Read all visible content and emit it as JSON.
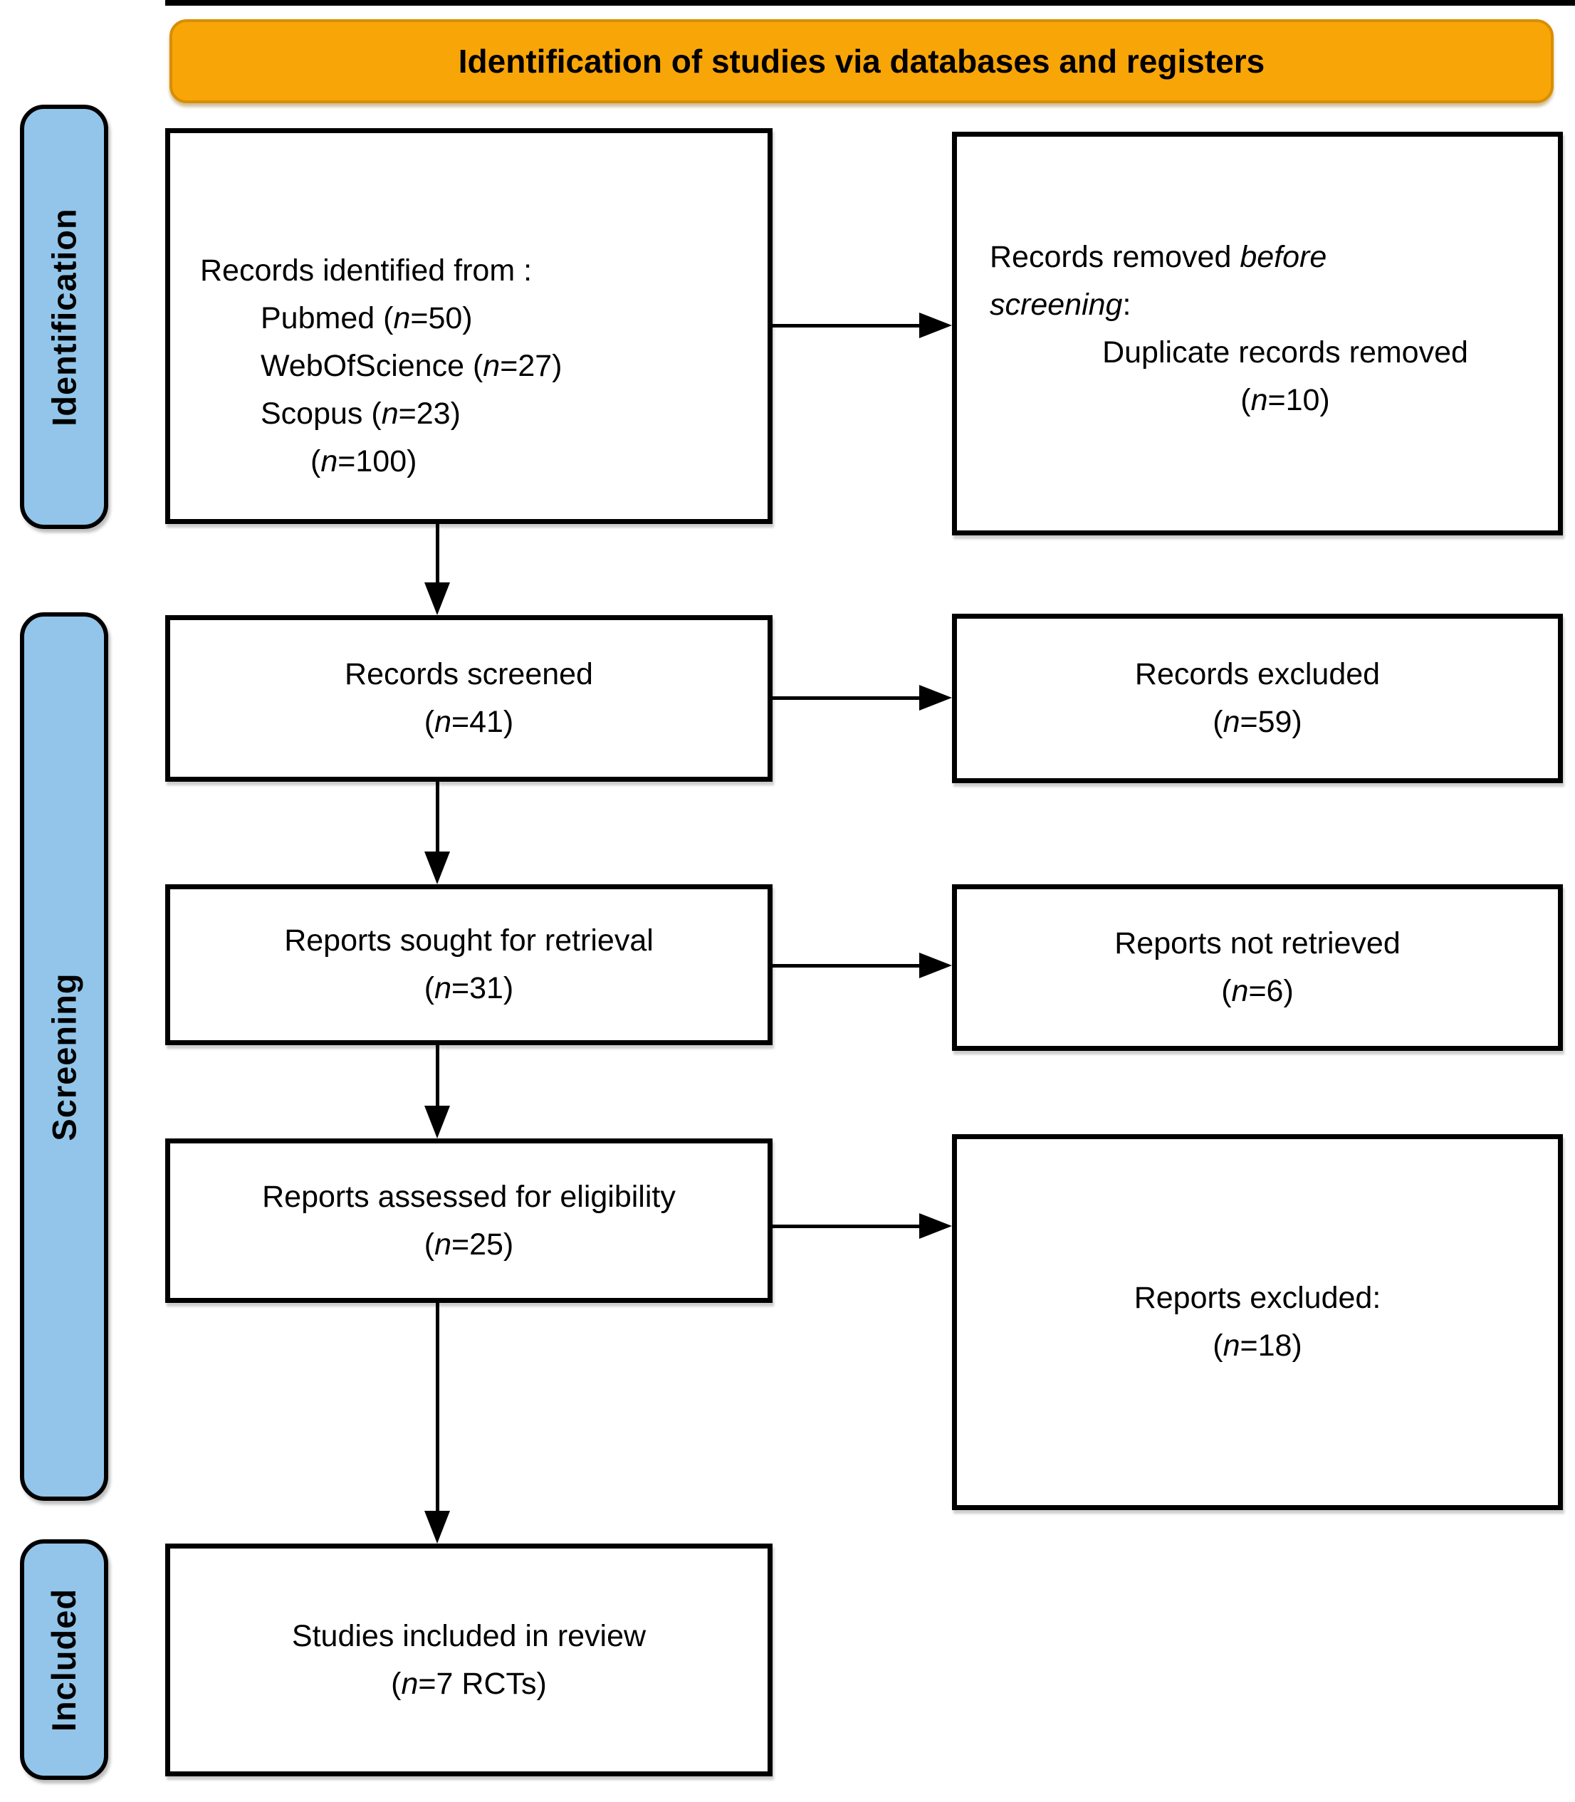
{
  "banner": {
    "title": "Identification of studies via databases and registers"
  },
  "sidebar": {
    "identification": "Identification",
    "screening": "Screening",
    "included": "Included"
  },
  "boxes": {
    "records_identified": {
      "lines": [
        {
          "runs": [
            {
              "t": "Records identified from :"
            }
          ]
        },
        {
          "indent": 1,
          "runs": [
            {
              "t": "Pubmed ("
            },
            {
              "t": "n",
              "i": true
            },
            {
              "t": "=50)"
            }
          ]
        },
        {
          "indent": 1,
          "runs": [
            {
              "t": "WebOfScience ("
            },
            {
              "t": "n",
              "i": true
            },
            {
              "t": "=27)"
            }
          ]
        },
        {
          "indent": 1,
          "runs": [
            {
              "t": "Scopus ("
            },
            {
              "t": "n",
              "i": true
            },
            {
              "t": "=23)"
            }
          ]
        },
        {
          "indent": 2,
          "runs": [
            {
              "t": "("
            },
            {
              "t": "n",
              "i": true
            },
            {
              "t": "=100)"
            }
          ]
        }
      ]
    },
    "records_removed": {
      "lines": [
        {
          "runs": [
            {
              "t": "Records removed "
            },
            {
              "t": "before",
              "i": true
            }
          ]
        },
        {
          "runs": [
            {
              "t": "screening",
              "i": true
            },
            {
              "t": ":"
            }
          ]
        },
        {
          "center": true,
          "runs": [
            {
              "t": "Duplicate records removed"
            }
          ]
        },
        {
          "center": true,
          "runs": [
            {
              "t": "("
            },
            {
              "t": "n",
              "i": true
            },
            {
              "t": "=10)"
            }
          ]
        }
      ]
    },
    "records_screened": {
      "lines": [
        {
          "runs": [
            {
              "t": "Records screened"
            }
          ]
        },
        {
          "runs": [
            {
              "t": "("
            },
            {
              "t": "n",
              "i": true
            },
            {
              "t": "=41)"
            }
          ]
        }
      ]
    },
    "records_excluded": {
      "lines": [
        {
          "runs": [
            {
              "t": "Records excluded"
            }
          ]
        },
        {
          "runs": [
            {
              "t": "("
            },
            {
              "t": "n",
              "i": true
            },
            {
              "t": "=59)"
            }
          ]
        }
      ]
    },
    "reports_sought": {
      "lines": [
        {
          "runs": [
            {
              "t": "Reports sought for retrieval"
            }
          ]
        },
        {
          "runs": [
            {
              "t": "("
            },
            {
              "t": "n",
              "i": true
            },
            {
              "t": "=31)"
            }
          ]
        }
      ]
    },
    "reports_not_retrieved": {
      "lines": [
        {
          "runs": [
            {
              "t": "Reports not retrieved"
            }
          ]
        },
        {
          "runs": [
            {
              "t": "("
            },
            {
              "t": "n",
              "i": true
            },
            {
              "t": "=6)"
            }
          ]
        }
      ]
    },
    "reports_assessed": {
      "lines": [
        {
          "runs": [
            {
              "t": "Reports assessed for eligibility"
            }
          ]
        },
        {
          "runs": [
            {
              "t": "("
            },
            {
              "t": "n",
              "i": true
            },
            {
              "t": "=25)"
            }
          ]
        }
      ]
    },
    "reports_excluded": {
      "lines": [
        {
          "runs": [
            {
              "t": "Reports excluded:"
            }
          ]
        },
        {
          "runs": [
            {
              "t": "("
            },
            {
              "t": "n",
              "i": true
            },
            {
              "t": "=18)"
            }
          ]
        }
      ]
    },
    "studies_included": {
      "lines": [
        {
          "runs": [
            {
              "t": "Studies included in review"
            }
          ]
        },
        {
          "runs": [
            {
              "t": "("
            },
            {
              "t": "n",
              "i": true
            },
            {
              "t": "=7 RCTs)"
            }
          ]
        }
      ]
    }
  },
  "colors": {
    "banner_fill": "#F8A508",
    "banner_border": "#D98E00",
    "tab_fill": "#92C5E9",
    "box_border": "#000000",
    "arrow": "#000000",
    "text": "#000000"
  }
}
